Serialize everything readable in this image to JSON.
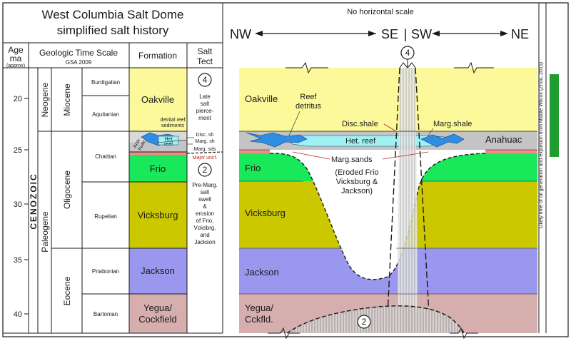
{
  "title": {
    "line1": "West Columbia Salt Dome",
    "line2": "simplified salt history"
  },
  "headers": {
    "age": "Age",
    "ma": "ma",
    "approx": "(approx)",
    "timescale": "Geologic Time Scale",
    "gsa": "GSA 2009",
    "formation": "Formation",
    "salt": "Salt",
    "tect": "Tect",
    "oil": "Likely time of oil generation and expulsion from Middle Wilcox (Zhou, 2015)"
  },
  "scale_note": "No horizontal scale",
  "directions": {
    "nw": "NW",
    "se": "SE",
    "sw": "SW",
    "ne": "NE",
    "divider": "|"
  },
  "ages": [
    "20",
    "25",
    "30",
    "35",
    "40"
  ],
  "timescale": {
    "era": "CENOZOIC",
    "periods": [
      "Neogene",
      "Paleogene"
    ],
    "epochs": [
      "Miocene",
      "Oligocene",
      "Eocene"
    ],
    "stages": [
      "Burdigalian",
      "Aquitanian",
      "Chattian",
      "Rupelian",
      "Priabonian",
      "Bartonian"
    ]
  },
  "formations": {
    "oakville": "Oakville",
    "anahuac_a": "Ana-",
    "anahuac_b": "huac",
    "detrital_a": "detrital reef",
    "detrital_b": "sediments",
    "het_a": "Het",
    "het_b": "reef",
    "disc": "Disc. sh",
    "marg_sh": "Marg. sh",
    "marg_sds": "Marg. sds",
    "unconf": "Major uncf.",
    "frio": "Frio",
    "vicksburg": "Vicksburg",
    "jackson": "Jackson",
    "yegua_a": "Yegua/",
    "yegua_b": "Cockfield"
  },
  "salt_tect": {
    "phase4": "4",
    "late": [
      "Late",
      "salt",
      "pierce-",
      "ment"
    ],
    "phase2": "2",
    "pre": [
      "Pre-Marg.",
      "salt",
      "swell",
      "&",
      "erosion",
      "of Frio,",
      "Vcksbrg,",
      "and",
      "Jackson"
    ]
  },
  "section": {
    "oakville": "Oakville",
    "reef_a": "Reef",
    "reef_b": "detritus",
    "disc_shale": "Disc.shale",
    "marg_shale": "Marg.shale",
    "het_reef": "Het. reef",
    "anahuac": "Anahuac",
    "marg_sands": "Marg.sands",
    "eroded": [
      "(Eroded Frio",
      "Vicksburg &",
      "Jackson)"
    ],
    "frio": "Frio",
    "vicksburg": "Vicksburg",
    "jackson": "Jackson",
    "yegua_a": "Yegua/",
    "yegua_b": "Cckfld.",
    "phase4": "4",
    "phase2": "2"
  },
  "colors": {
    "oakville": "#fbf99a",
    "anahuac": "#c4c4c4",
    "reef": "#2f8de4",
    "het": "#9ff2f4",
    "frio": "#19e85a",
    "vicksburg": "#cbc800",
    "jackson": "#9a97ef",
    "yegua": "#d6aeae",
    "marg_sands": "#f28a8a",
    "oil": "#1f9d2e"
  }
}
